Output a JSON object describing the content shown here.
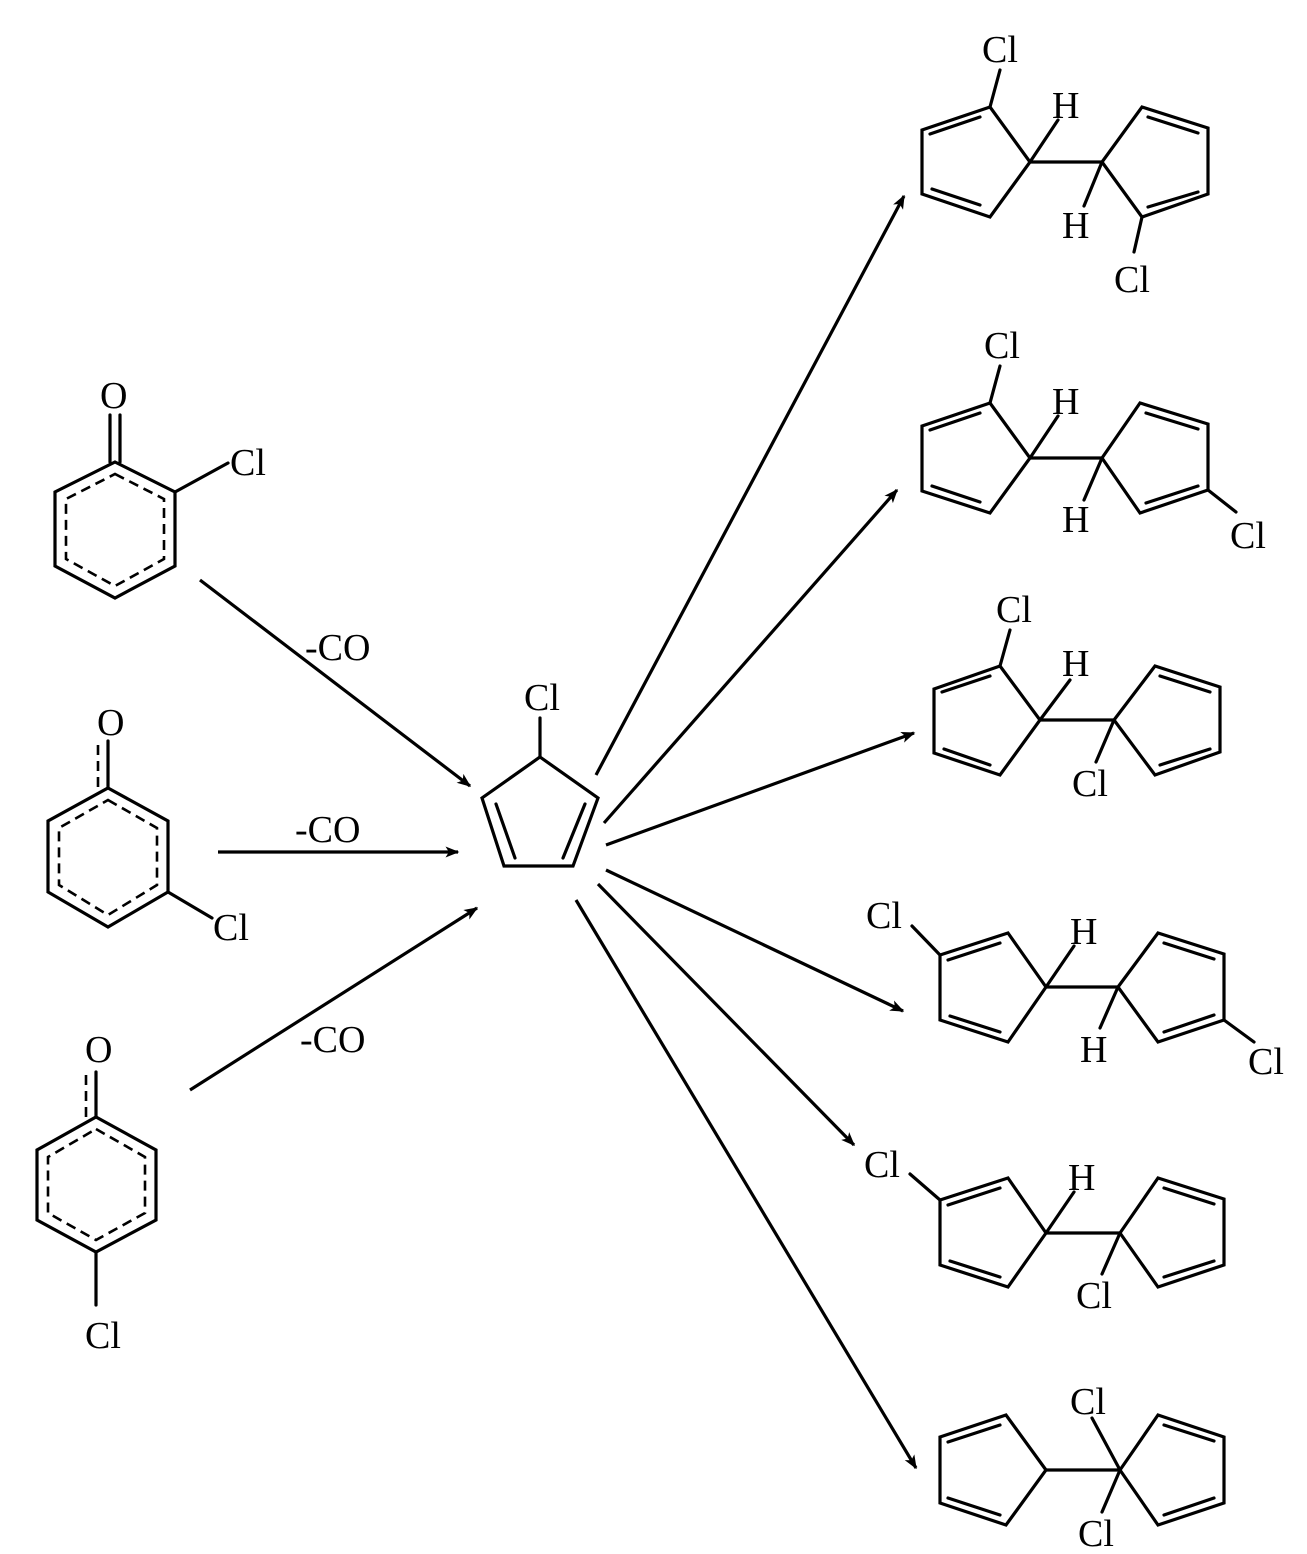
{
  "reactants": [
    {
      "oxygen": "O",
      "chlorine": "Cl"
    },
    {
      "oxygen": "O",
      "chlorine": "Cl"
    },
    {
      "oxygen": "O",
      "chlorine": "Cl"
    }
  ],
  "arrow_labels": [
    "-CO",
    "-CO",
    "-CO"
  ],
  "intermediate": {
    "chlorine": "Cl"
  },
  "products": [
    {
      "labels": [
        "Cl",
        "H",
        "H",
        "Cl"
      ]
    },
    {
      "labels": [
        "Cl",
        "H",
        "H",
        "Cl"
      ]
    },
    {
      "labels": [
        "Cl",
        "H",
        "Cl"
      ]
    },
    {
      "labels": [
        "Cl",
        "H",
        "H",
        "Cl"
      ]
    },
    {
      "labels": [
        "Cl",
        "H",
        "Cl"
      ]
    },
    {
      "labels": [
        "Cl",
        "Cl"
      ]
    }
  ]
}
